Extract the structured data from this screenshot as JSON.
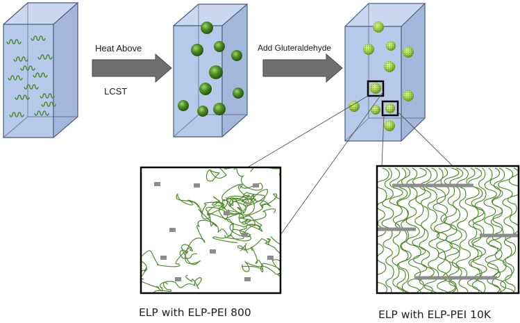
{
  "steps": {
    "heat_above": "Heat Above",
    "lcst": "LCST",
    "add_glutaraldehyde": "Add Gluteraldehyde"
  },
  "captions": {
    "left_inset": "ELP with ELP-PEI 800",
    "right_inset": "ELP with ELP-PEI 10K"
  },
  "colors": {
    "box_fill": "#b7c9ea",
    "box_edge": "#4a5a78",
    "chain": "#4e8a2a",
    "particle_dark": "#2f5a16",
    "particle_light": "#7dbb45",
    "crosslink": "#8c8c8c",
    "arrow": "#6f6f6f"
  },
  "icons": {
    "arrow_1": "right-arrow-icon",
    "arrow_2": "right-arrow-icon"
  }
}
